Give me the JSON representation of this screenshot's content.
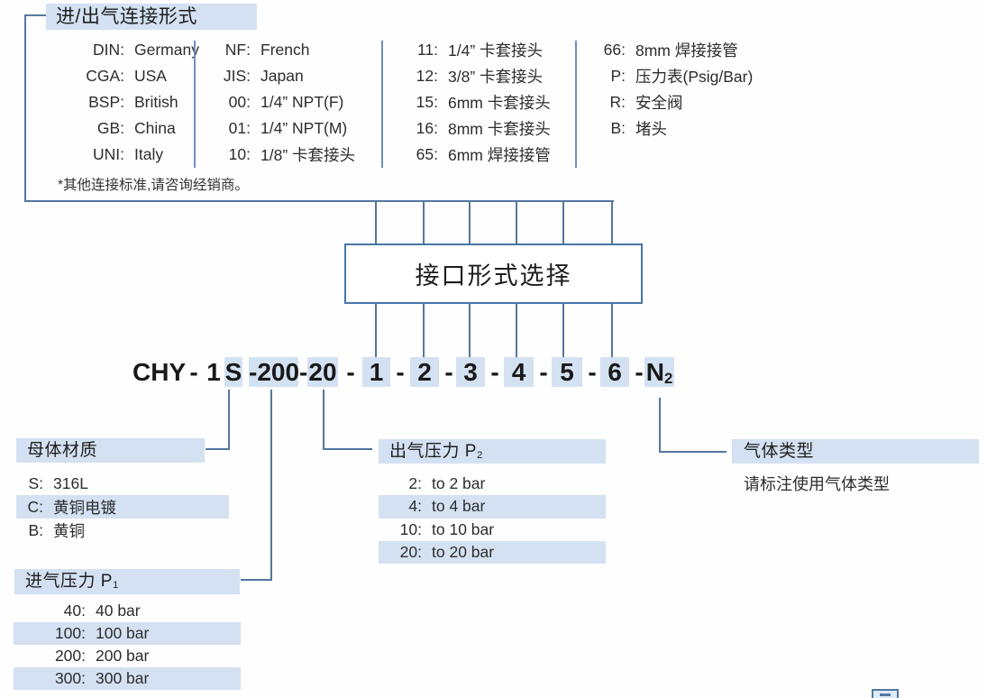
{
  "page": {
    "title": "进/出气连接形式",
    "footnote": "*其他连接标准,请咨询经销商。",
    "selector_label": "接口形式选择"
  },
  "colors": {
    "highlight": "#d3e1f2",
    "line": "#54779e",
    "text": "#2d2d2d"
  },
  "connection_table": {
    "col1": [
      {
        "code": "DIN:",
        "label": "Germany"
      },
      {
        "code": "CGA:",
        "label": "USA"
      },
      {
        "code": "BSP:",
        "label": "British"
      },
      {
        "code": "GB:",
        "label": "China"
      },
      {
        "code": "UNI:",
        "label": "Italy"
      }
    ],
    "col2": [
      {
        "code": "NF:",
        "label": "French"
      },
      {
        "code": "JIS:",
        "label": "Japan"
      },
      {
        "code": "00:",
        "label": "1/4” NPT(F)"
      },
      {
        "code": "01:",
        "label": "1/4” NPT(M)"
      },
      {
        "code": "10:",
        "label": "1/8” 卡套接头"
      }
    ],
    "col3": [
      {
        "code": "11:",
        "label": "1/4” 卡套接头"
      },
      {
        "code": "12:",
        "label": "3/8” 卡套接头"
      },
      {
        "code": "15:",
        "label": "6mm 卡套接头"
      },
      {
        "code": "16:",
        "label": "8mm 卡套接头"
      },
      {
        "code": "65:",
        "label": "6mm 焊接接管"
      }
    ],
    "col4": [
      {
        "code": "66:",
        "label": "8mm 焊接接管"
      },
      {
        "code": "P:",
        "label": "压力表(Psig/Bar)"
      },
      {
        "code": "R:",
        "label": "安全阀"
      },
      {
        "code": "B:",
        "label": "堵头"
      }
    ]
  },
  "model_code": {
    "prefix": "CHY",
    "dash": "-",
    "material_digit": "1",
    "material_code": "S",
    "inlet_code": "-200-",
    "outlet_code": "20",
    "pos1": "1",
    "pos2": "2",
    "pos3": "3",
    "pos4": "4",
    "pos5": "5",
    "pos6": "6",
    "gas_code": "N",
    "gas_sub": "2"
  },
  "body_material": {
    "title": "母体材质",
    "items": [
      {
        "code": "S:",
        "label": "316L"
      },
      {
        "code": "C:",
        "label": "黄铜电镀"
      },
      {
        "code": "B:",
        "label": "黄铜"
      }
    ]
  },
  "inlet_pressure": {
    "title": "进气压力 P",
    "title_sub": "1",
    "items": [
      {
        "code": "40:",
        "label": "40 bar"
      },
      {
        "code": "100:",
        "label": "100 bar"
      },
      {
        "code": "200:",
        "label": "200 bar"
      },
      {
        "code": "300:",
        "label": "300 bar"
      }
    ]
  },
  "outlet_pressure": {
    "title": "出气压力 P",
    "title_sub": "2",
    "items": [
      {
        "code": "2:",
        "label": "to 2 bar"
      },
      {
        "code": "4:",
        "label": "to 4 bar"
      },
      {
        "code": "10:",
        "label": "to 10 bar"
      },
      {
        "code": "20:",
        "label": "to 20 bar"
      }
    ]
  },
  "gas_type": {
    "title": "气体类型",
    "note": "请标注使用气体类型"
  }
}
